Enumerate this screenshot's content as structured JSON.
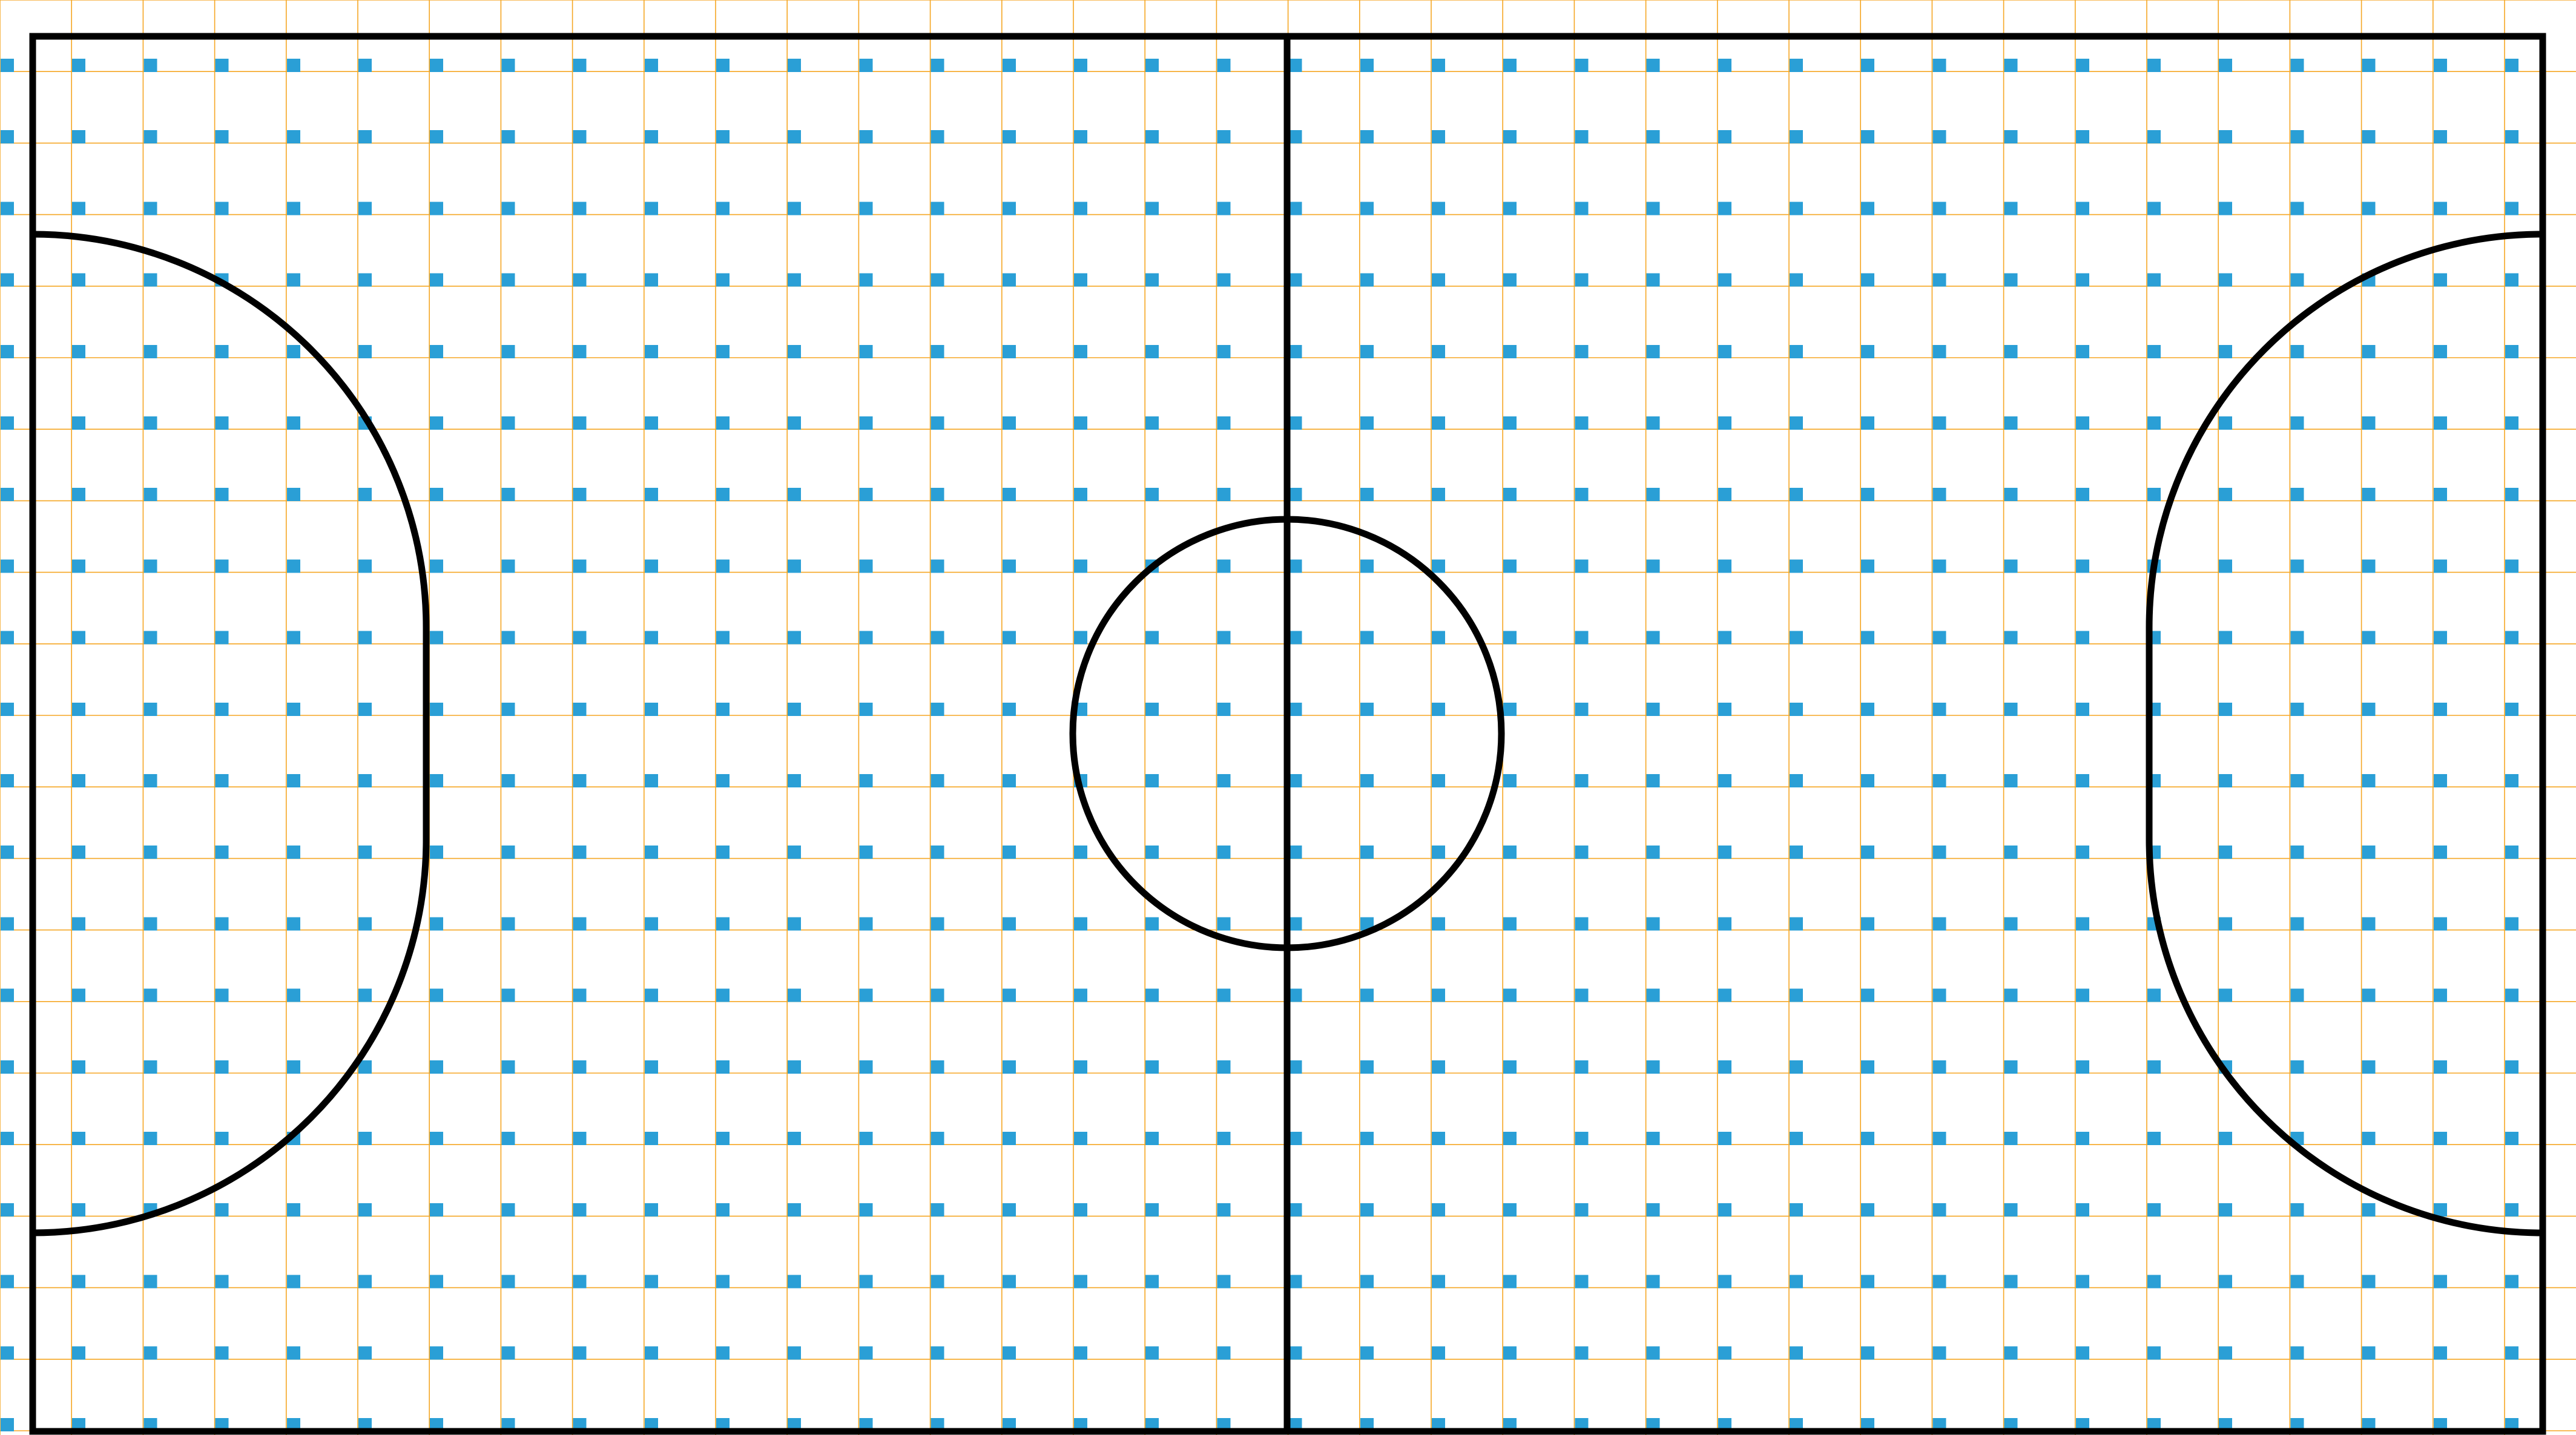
{
  "colors": {
    "background": "#ffffff",
    "grid_line": "#f5a623",
    "grid_dot": "#2a9fd6",
    "court_line": "#000000"
  },
  "diagram": {
    "kind": "futsal-court-diagram",
    "grid": {
      "visible": true,
      "columns": 36,
      "rows": 20
    },
    "court_markings": [
      "outer-boundary",
      "halfway-line",
      "center-circle",
      "left-penalty-area",
      "right-penalty-area"
    ]
  }
}
